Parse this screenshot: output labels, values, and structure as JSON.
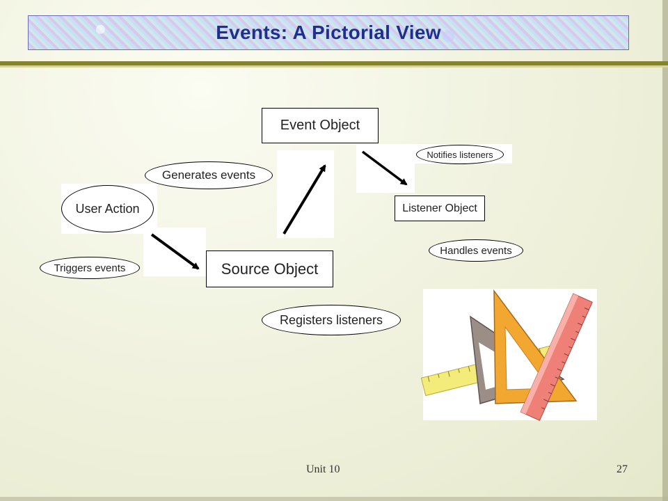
{
  "slide": {
    "title": "Events: A Pictorial View",
    "footer_left": "Unit 10",
    "footer_right": "27"
  },
  "diagram": {
    "nodes": {
      "event_object": "Event Object",
      "source_object": "Source Object",
      "listener_object": "Listener Object",
      "user_action": "User Action"
    },
    "labels": {
      "generates_events": "Generates events",
      "notifies_listeners": "Notifies listeners",
      "triggers_events": "Triggers events",
      "handles_events": "Handles events",
      "registers_listeners": "Registers listeners"
    }
  },
  "clipart": {
    "icon": "rulers-triangles-icon"
  }
}
